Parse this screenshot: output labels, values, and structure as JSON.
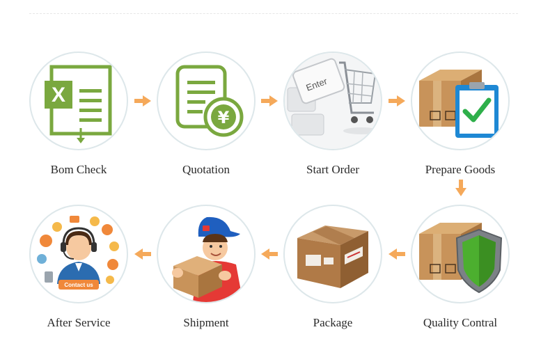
{
  "steps": [
    {
      "label": "Bom Check",
      "icon": "spreadsheet-icon"
    },
    {
      "label": "Quotation",
      "icon": "quotation-document-icon"
    },
    {
      "label": "Start Order",
      "icon": "enter-key-cart-icon"
    },
    {
      "label": "Prepare Goods",
      "icon": "box-clipboard-check-icon"
    },
    {
      "label": "Quality Contral",
      "icon": "box-shield-icon"
    },
    {
      "label": "Package",
      "icon": "sealed-package-icon"
    },
    {
      "label": "Shipment",
      "icon": "delivery-man-icon"
    },
    {
      "label": "After Service",
      "icon": "customer-support-icon"
    }
  ],
  "icons": {
    "quotation_symbol": "¥",
    "enter_key_text": "Enter",
    "contact_badge_text": "Contact us"
  },
  "colors": {
    "arrow": "#f5a95a",
    "green": "#7aa83f",
    "circle_border": "#dde7ea",
    "box": "#c8935a"
  }
}
